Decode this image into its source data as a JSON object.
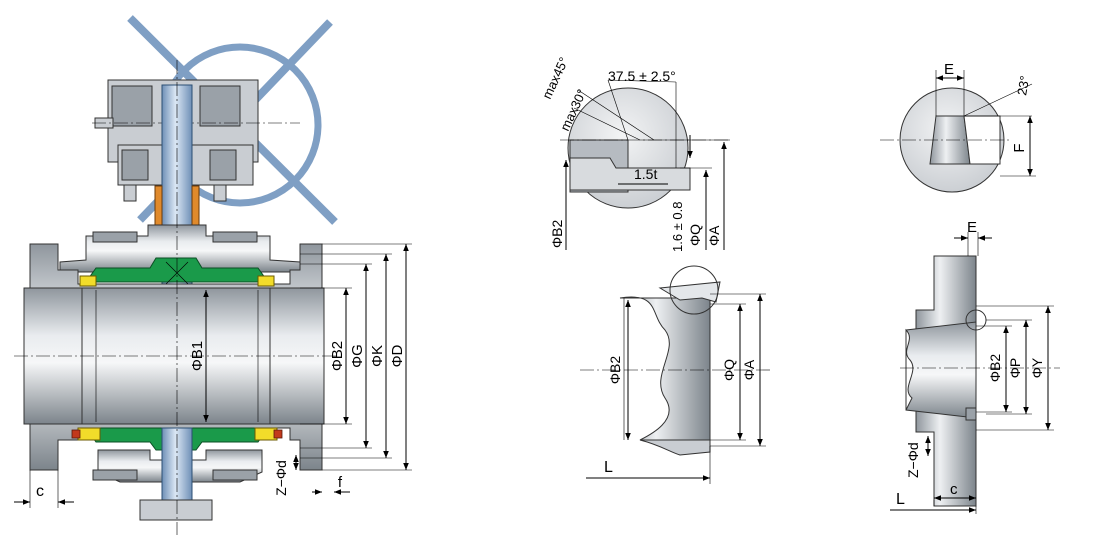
{
  "labels": {
    "c_left": "c",
    "phi_b1": "ΦB1",
    "phi_b2_main": "ΦB2",
    "phi_g": "ΦG",
    "phi_k": "ΦK",
    "phi_d_main": "ΦD",
    "z_phi_d_main": "Z−Φd",
    "f": "f",
    "max45": "max45°",
    "max30": "max30°",
    "angle_375": "37.5 ± 2.5°",
    "t15": "1.5t",
    "t16": "1.6 ± 0.8",
    "phi_b2_detail": "ΦB2",
    "phi_q_detail": "ΦQ",
    "phi_a_detail": "ΦA",
    "phi_b2_mid": "ΦB2",
    "phi_q_mid": "ΦQ",
    "phi_a_mid": "ΦA",
    "l_mid": "L",
    "e_top": "E",
    "angle_23": "23°",
    "f_top": "F",
    "e_right": "E",
    "phi_b2_right": "ΦB2",
    "phi_p": "ΦP",
    "phi_y": "ΦY",
    "z_phi_d_right": "Z−Φd",
    "c_right": "c",
    "l_right": "L"
  }
}
